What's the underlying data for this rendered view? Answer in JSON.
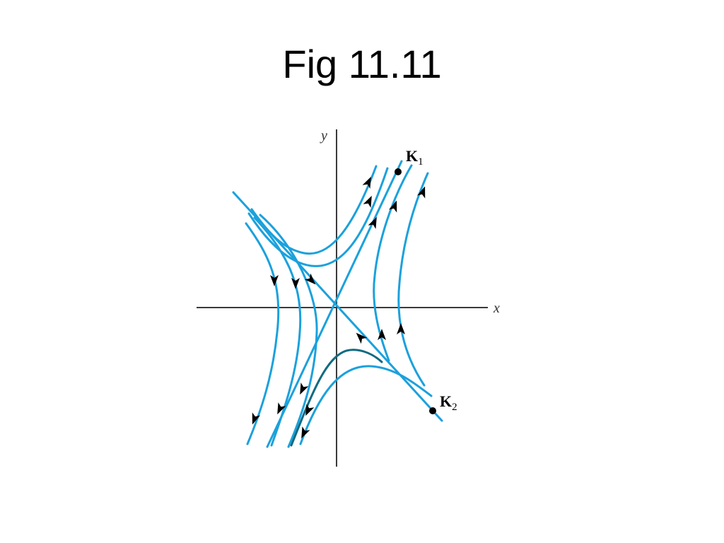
{
  "slide": {
    "title": "Fig 11.11"
  },
  "figure": {
    "axes": {
      "x_label": "x",
      "y_label": "y"
    },
    "points": [
      {
        "id": "k1",
        "label": "K",
        "subscript": "1"
      },
      {
        "id": "k2",
        "label": "K",
        "subscript": "2"
      }
    ],
    "colors": {
      "trajectory": "#1ba1dc",
      "highlight": "#0f6b80",
      "axis": "#3a3a3a",
      "arrow": "#000000"
    }
  }
}
